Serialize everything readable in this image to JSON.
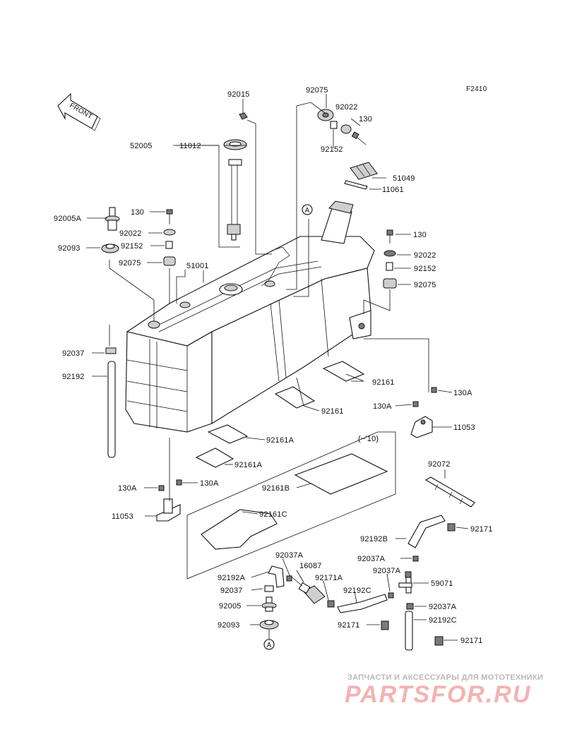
{
  "figure_code": "F2410",
  "front_label": "FRONT",
  "callouts": {
    "c92015": "92015",
    "c92075_top": "92075",
    "c92022_top": "92022",
    "c130_top": "130",
    "c92152_top": "92152",
    "c52005": "52005",
    "c11012": "11012",
    "c51049": "51049",
    "c11061": "11061",
    "c130_left": "130",
    "c92005A": "92005A",
    "c92022_left": "92022",
    "c92093": "92093",
    "c92152_left": "92152",
    "c92075_left": "92075",
    "c51001": "51001",
    "c130_right": "130",
    "c92022_right": "92022",
    "c92152_right": "92152",
    "c92075_right": "92075",
    "c92037": "92037",
    "c92192": "92192",
    "c92161_a": "92161",
    "c92161_b": "92161",
    "c130A_r1": "130A",
    "c130A_r2": "130A",
    "c11053_right": "11053",
    "c92161A_1": "92161A",
    "c92161A_2": "92161A",
    "c10": "(~'10)",
    "c130A_l1": "130A",
    "c130A_l2": "130A",
    "c92161B": "92161B",
    "c92072": "92072",
    "c11053_left": "11053",
    "c92161C": "92161C",
    "c92192B": "92192B",
    "c92171_1": "92171",
    "c92037A_1": "92037A",
    "c92037A_2": "92037A",
    "c16087": "16087",
    "c92192A": "92192A",
    "c92037A_3": "92037A",
    "c92171A": "92171A",
    "c59071": "59071",
    "c92037_b": "92037",
    "c92192C_1": "92192C",
    "c92005": "92005",
    "c92037A_4": "92037A",
    "c92171_2": "92171",
    "c92192C_2": "92192C",
    "c92093_b": "92093",
    "c92171_3": "92171"
  },
  "ref_marks": {
    "a_top": "A",
    "a_bottom": "A"
  },
  "watermark": {
    "tagline": "ЗАПЧАСТИ И АКСЕССУАРЫ ДЛЯ МОТОТЕХНИКИ",
    "brand": "PARTSFOR.RU"
  }
}
